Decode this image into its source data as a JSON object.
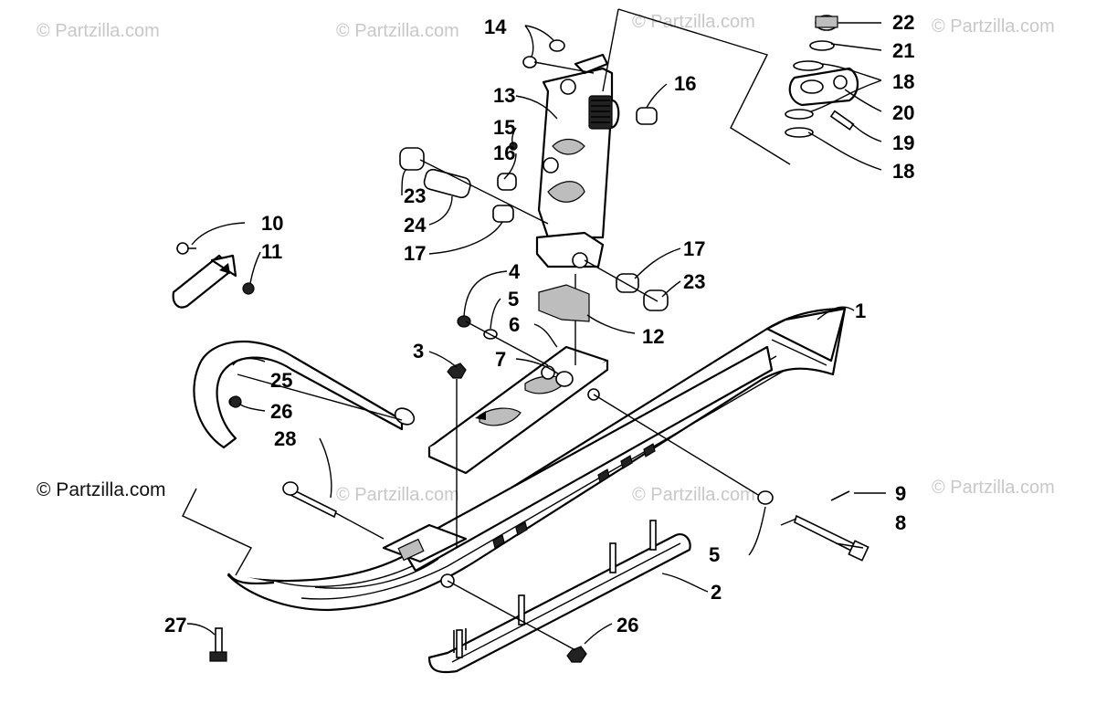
{
  "watermarks": [
    "© Partzilla.com",
    "© Partzilla.com",
    "© Partzilla.com",
    "© Partzilla.com",
    "© Partzilla.com",
    "© Partzilla.com",
    "© Partzilla.com"
  ],
  "brand": "© Partzilla.com",
  "callouts": [
    "1",
    "2",
    "3",
    "4",
    "5",
    "5",
    "6",
    "7",
    "8",
    "9",
    "10",
    "11",
    "12",
    "13",
    "14",
    "15",
    "16",
    "16",
    "17",
    "17",
    "18",
    "18",
    "19",
    "20",
    "21",
    "22",
    "23",
    "23",
    "24",
    "25",
    "26",
    "26",
    "27",
    "28"
  ]
}
